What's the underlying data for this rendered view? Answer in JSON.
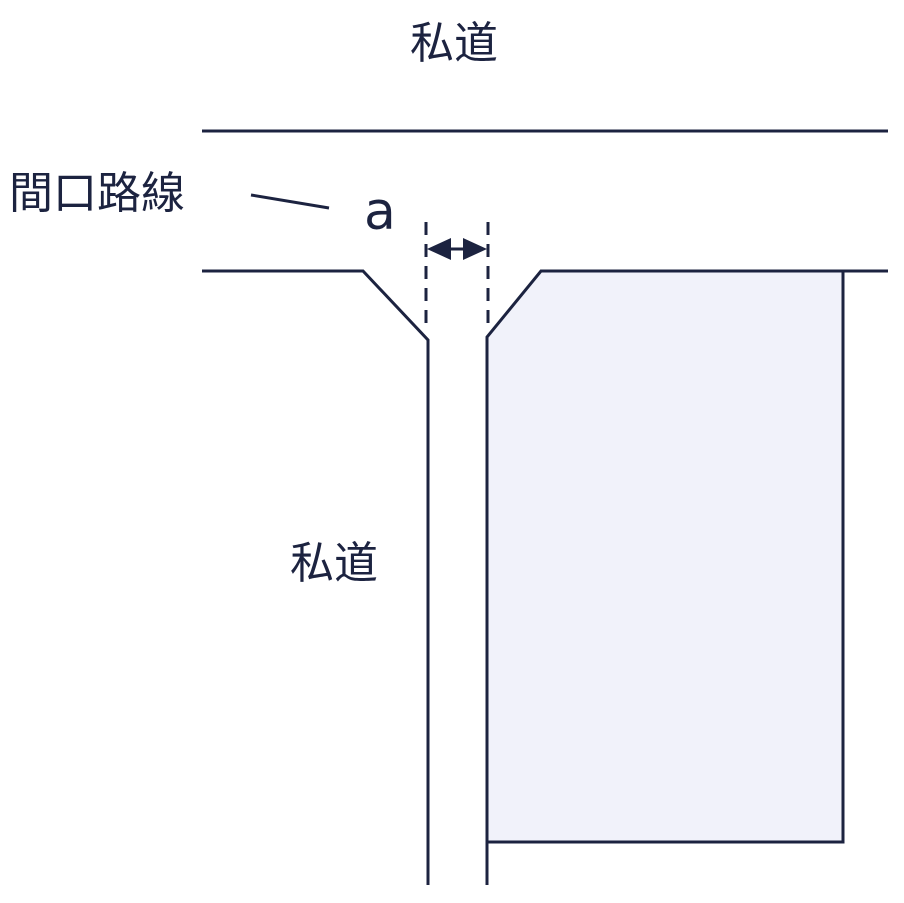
{
  "labels": {
    "top_road": "私道",
    "frontage_line": "間口路線",
    "dimension": "a",
    "side_road": "私道"
  },
  "colors": {
    "line": "#1c2340",
    "lot_fill": "#f1f2fa",
    "background": "#ffffff"
  }
}
